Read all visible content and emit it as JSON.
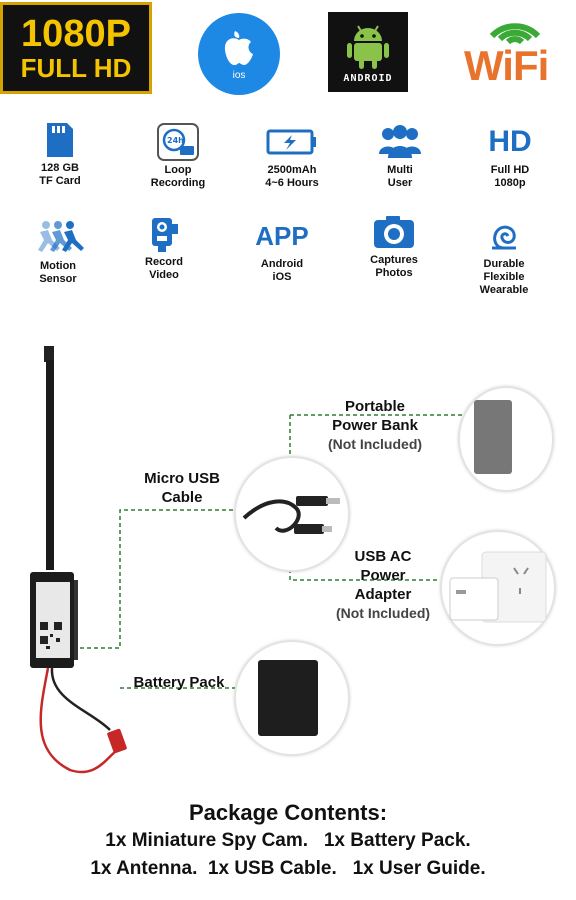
{
  "badges": {
    "resolution_top": "1080P",
    "resolution_bottom": "FULL HD",
    "ios_label": "ios",
    "android_label": "ANDROID",
    "wifi_label": "WiFi"
  },
  "features": [
    {
      "icon": "sd-card-icon",
      "line1": "128 GB",
      "line2": "TF Card"
    },
    {
      "icon": "loop-recording-icon",
      "line1": "Loop",
      "line2": "Recording"
    },
    {
      "icon": "battery-icon",
      "line1": "2500mAh",
      "line2": "4~6 Hours"
    },
    {
      "icon": "multi-user-icon",
      "line1": "Multi",
      "line2": "User"
    },
    {
      "icon": "hd-icon",
      "line1": "Full HD",
      "line2": "1080p"
    },
    {
      "icon": "motion-sensor-icon",
      "line1": "Motion",
      "line2": "Sensor"
    },
    {
      "icon": "video-camera-icon",
      "line1": "Record",
      "line2": "Video"
    },
    {
      "icon": "app-icon",
      "line1": "Android",
      "line2": "iOS"
    },
    {
      "icon": "camera-icon",
      "line1": "Captures",
      "line2": "Photos"
    },
    {
      "icon": "flexible-icon",
      "line1": "Durable",
      "line2": "Flexible",
      "line3": "Wearable"
    }
  ],
  "feature_icon_text": {
    "hd": "HD",
    "app": "APP",
    "loop_badge": "24h"
  },
  "diagram": {
    "power_bank": {
      "line1": "Portable",
      "line2": "Power Bank",
      "note": "(Not Included)"
    },
    "usb_cable": {
      "line1": "Micro USB",
      "line2": "Cable"
    },
    "adapter": {
      "line1": "USB AC",
      "line2": "Power",
      "line3": "Adapter",
      "note": "(Not Included)"
    },
    "battery": {
      "line1": "Battery Pack"
    }
  },
  "package": {
    "title": "Package Contents:",
    "line1": "1x Miniature Spy Cam.   1x Battery Pack.",
    "line2": "1x Antenna.  1x USB Cable.   1x User Guide."
  },
  "colors": {
    "badge_gold": "#f5c400",
    "icon_blue": "#1e6fc4",
    "ios_blue": "#1e88e5",
    "android_green": "#8bc34a",
    "wifi_orange": "#e8732c",
    "wifi_green": "#3aa935",
    "connector_green": "#2e7d32"
  }
}
